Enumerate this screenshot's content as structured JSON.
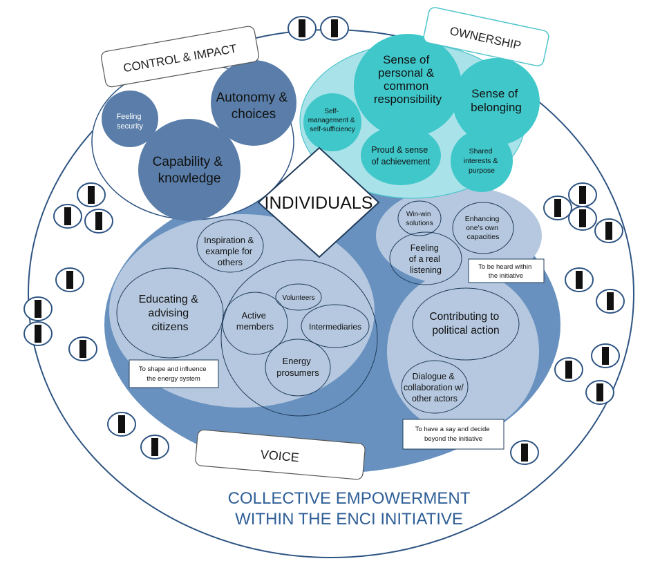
{
  "labels": {
    "control_impact": "CONTROL & IMPACT",
    "ownership": "OWNERSHIP",
    "voice": "VOICE",
    "individuals": "INDIVIDUALS"
  },
  "control": {
    "feeling_security": [
      "Feeling",
      "security"
    ],
    "autonomy": [
      "Autonomy &",
      "choices"
    ],
    "capability": [
      "Capability &",
      "knowledge"
    ]
  },
  "ownership": {
    "responsibility": [
      "Sense of",
      "personal &",
      "common",
      "responsibility"
    ],
    "belonging": [
      "Sense of",
      "belonging"
    ],
    "self_management": [
      "Self-",
      "management &",
      "self-sufficiency"
    ],
    "proud": [
      "Proud & sense",
      "of achievement"
    ],
    "shared": [
      "Shared",
      "interests &",
      "purpose"
    ]
  },
  "voice": {
    "inspiration": [
      "Inspiration &",
      "example for",
      "others"
    ],
    "educating": [
      "Educating &",
      "advising",
      "citizens"
    ],
    "volunteers": "Volunteers",
    "active_members": [
      "Active",
      "members"
    ],
    "intermediaries": "Intermediaries",
    "prosumers": [
      "Energy",
      "prosumers"
    ],
    "shape_note": [
      "To shape and influence",
      "the energy system"
    ],
    "win_win": [
      "Win-win",
      "solutions"
    ],
    "enhancing": [
      "Enhancing",
      "one's own",
      "capacities"
    ],
    "listening": [
      "Feeling",
      "of a real",
      "listening"
    ],
    "heard_note": [
      "To be heard within",
      "the initiative"
    ],
    "political": [
      "Contributing to",
      "political action"
    ],
    "dialogue": [
      "Dialogue &",
      "collaboration w/",
      "other actors"
    ],
    "say_note": [
      "To have a say and decide",
      "beyond the initiative"
    ]
  },
  "footer": {
    "line1": "COLLECTIVE EMPOWERMENT",
    "line2": "WITHIN THE ENCI INITIATIVE"
  },
  "colors": {
    "control_bubble": "#5a7ea9",
    "ownership_bg": "#a9e3e9",
    "ownership_bubble": "#3fc7ca",
    "voice_bg": "#6891bf",
    "voice_inner": "#b5c8df",
    "outline": "#1f3b5a",
    "footer_text": "#2f5f97",
    "eye_stroke": "#2d5382"
  }
}
